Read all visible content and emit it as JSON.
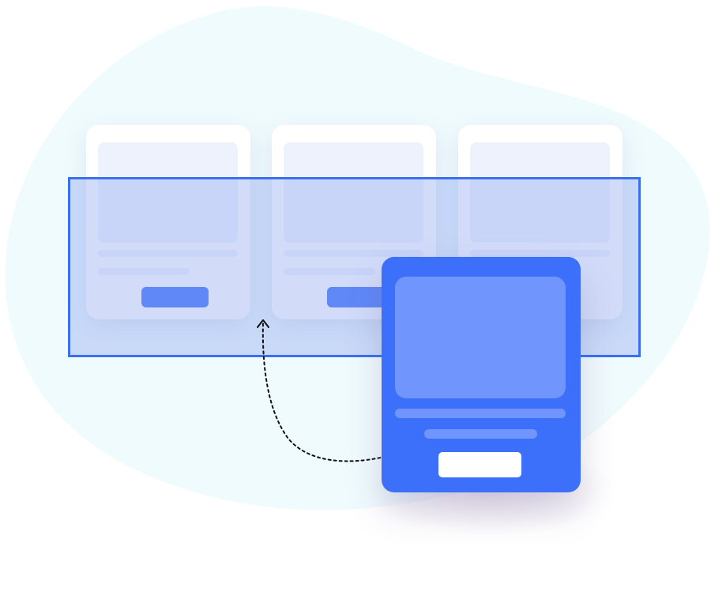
{
  "illustration": {
    "colors": {
      "blob": "#f0fbfd",
      "card": "#ffffff",
      "card_placeholder": "#eef2fd",
      "accent": "#3b6ffb",
      "accent_light": "#7096fe",
      "selection_fill": "#93acf0",
      "selection_border": "#3a6ff2",
      "dashed_path": "#111111"
    },
    "cards": [
      {
        "id": "card-1",
        "button_label": ""
      },
      {
        "id": "card-2",
        "button_label": ""
      },
      {
        "id": "card-3",
        "button_label": ""
      }
    ],
    "dragged_card": {
      "button_label": ""
    },
    "icons": [
      "arrow-up-icon"
    ]
  }
}
